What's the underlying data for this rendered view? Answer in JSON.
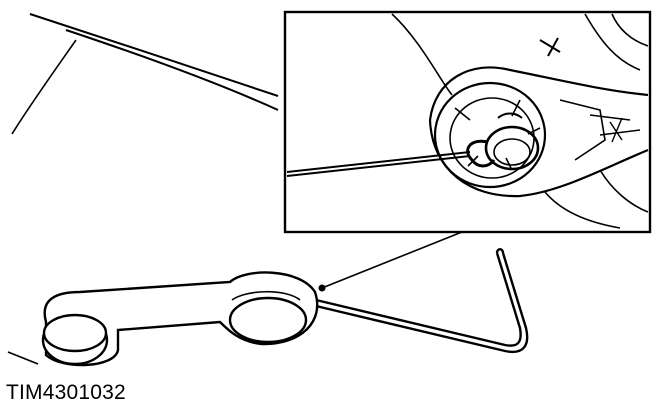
{
  "figure": {
    "caption": "TIM4301032"
  },
  "icons": {
    "main_part": "window-winder-handle",
    "tool": "hook-tool",
    "detail": "retaining-clip"
  }
}
